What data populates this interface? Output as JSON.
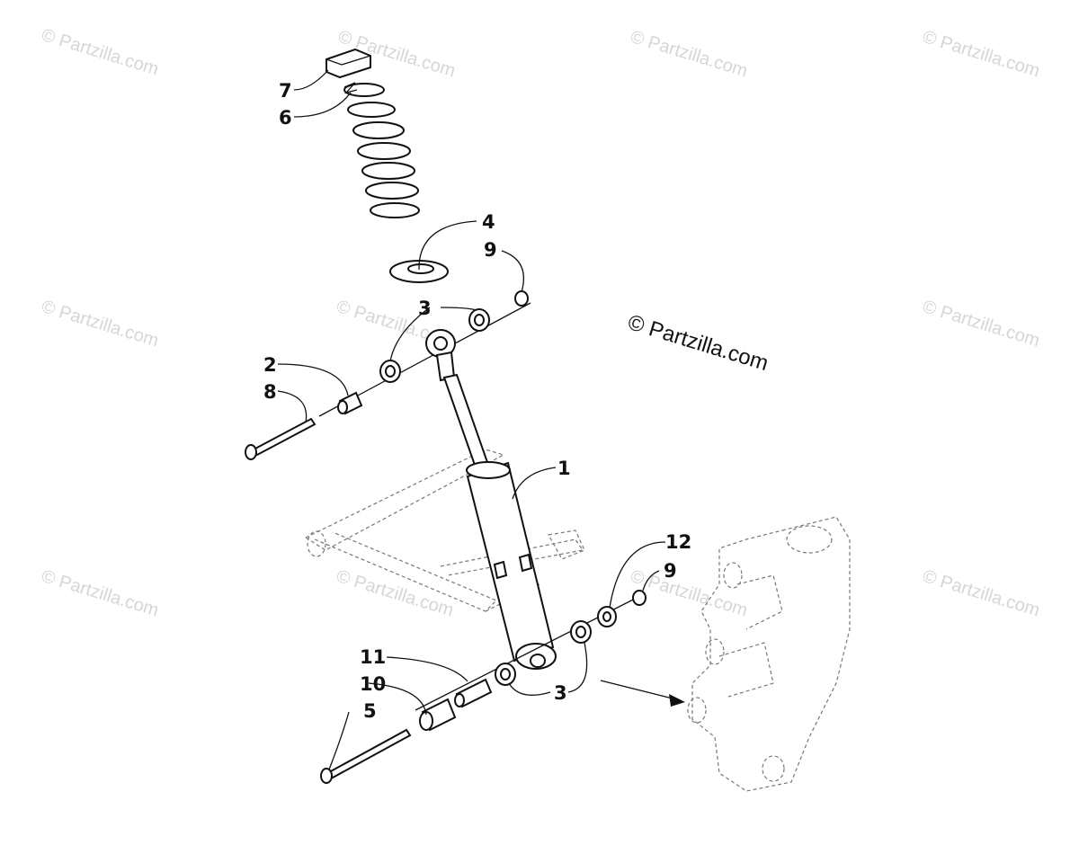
{
  "watermark": "© Partzilla.com",
  "caption": "© Partzilla.com",
  "callouts": {
    "c1": "1",
    "c2": "2",
    "c3a": "3",
    "c3b": "3",
    "c4": "4",
    "c5": "5",
    "c6": "6",
    "c7": "7",
    "c8": "8",
    "c9a": "9",
    "c9b": "9",
    "c10": "10",
    "c11": "11",
    "c12": "12"
  }
}
